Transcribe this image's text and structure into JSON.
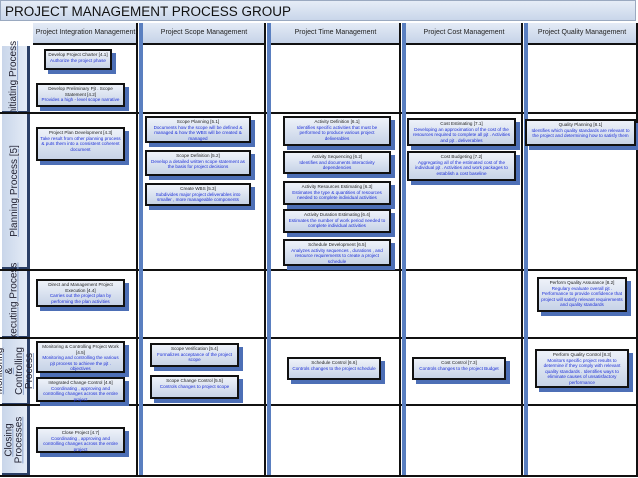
{
  "title": "PROJECT MANAGEMENT PROCESS GROUP",
  "columns": [
    "Project Integration Management",
    "Project Scope Management",
    "Project Time Management",
    "Project Cost Management",
    "Project Quality Management"
  ],
  "rows": [
    "Initiating Process",
    "Planning Process [5]",
    "Executing Process",
    "Monitoring & Controlling Process",
    "Closing Processes"
  ],
  "colors": {
    "accent": "#5a7fc0",
    "box_text": "#1d2fd8",
    "header": "#c9d6ea"
  },
  "boxes": [
    {
      "title": "Develop Project Charter [4.1]",
      "desc": "Authorize the project phase"
    },
    {
      "title": "Develop Preliminary Pjt . Scope Statement [4.2]",
      "desc": "Provides a high - level scope narrative"
    },
    {
      "title": "Project Plan Development [4.3]",
      "desc": "Take result from other planning process & puts them into a consistent coherent document"
    },
    {
      "title": "Scope Planning [5.1]",
      "desc": "Documents how the scope will be defined & managed & how the WBS will be created & managed"
    },
    {
      "title": "Scope Definition [5.2]",
      "desc": "Develop a detailed written scope statement as the basis for project decisions"
    },
    {
      "title": "Create WBS [5.3]",
      "desc": "Subdivides major project deliverables into smaller , more manageable components"
    },
    {
      "title": "Activity Definition [6.1]",
      "desc": "Identifies specific activities that must be performed to produce various project deliverables"
    },
    {
      "title": "Activity Sequencing [6.2]",
      "desc": "Identifies and documents interactivity dependencies"
    },
    {
      "title": "Activity Resources Estimating [6.3]",
      "desc": "Estimates the type & quantities of resources needed to complete individual activities"
    },
    {
      "title": "Activity Duration Estimating [6.4]",
      "desc": "Estimates the number of work period needed to complete individual activities"
    },
    {
      "title": "Schedule Development [6.5]",
      "desc": "Analyzes activity sequences , durations , and resource requirements to create a project schedule"
    },
    {
      "title": "Cost Estimating [7.1]",
      "desc": "Developing an approximation of the cost of the resources required to complete all pjt . Activities and pjt . deliverables"
    },
    {
      "title": "Cost Budgeting [7.2]",
      "desc": "Aggregating all of the estimated cost of the individual pjt . Activities and work packages to establish a cost baseline"
    },
    {
      "title": "Quality Planning [8.1]",
      "desc": "Identifies which quality standards are relevant to the project and determining how to satisfy them"
    },
    {
      "title": "Direct and Management Project Execution [4.4]",
      "desc": "Carries out the project plan by performing the plan activities"
    },
    {
      "title": "Perform Quality Assurance [8.2]",
      "desc": "Regulary evaluate overall pjt . Performance to provide confidence that project will satisfy relevant requirements and quality standards"
    },
    {
      "title": "Monitoring & Controlling Project Work [4.5]",
      "desc": "Monitoring and controlling the various pjt process to achieve the pjt . objectives"
    },
    {
      "title": "Integrated Change Control [4.6]",
      "desc": "Coordinating , approving and controlling changes across the entire project"
    },
    {
      "title": "Scope Verification [5.4]",
      "desc": "Formalizes acceptance of the project scope"
    },
    {
      "title": "Scope Change Control [5.5]",
      "desc": "Controls changes to project scope"
    },
    {
      "title": "Schedule Control [6.6]",
      "desc": "Controls changes to the project schedule"
    },
    {
      "title": "Cost Control [7.3]",
      "desc": "Controls changes to the project Budget"
    },
    {
      "title": "Perform Quality Control [8.3]",
      "desc": "Monitors specific project results to determine if they comply with relevant quality standards . Identifies ways to eliminate causes of unsatisfactory performance"
    },
    {
      "title": "Close Project [4.7]",
      "desc": "Coordinating , approving and controlling changes across the entire project"
    }
  ]
}
